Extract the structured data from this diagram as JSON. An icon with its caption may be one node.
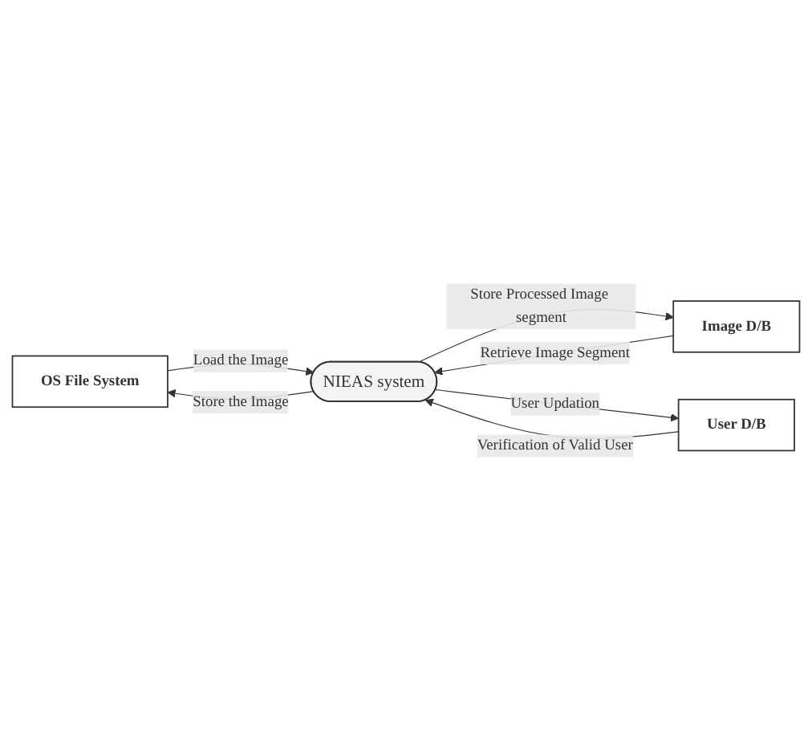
{
  "diagram": {
    "nodes": [
      {
        "text": [
          "OS File System"
        ]
      },
      {
        "text": [
          "Image D/B"
        ]
      },
      {
        "text": [
          "User D/B"
        ]
      },
      {
        "text": [
          "NIEAS system"
        ]
      }
    ],
    "edges": [
      {
        "from": 0,
        "to": 3,
        "label": "Load the Image",
        "arrow": "to"
      },
      {
        "from": 3,
        "to": 0,
        "label": "Store the Image",
        "arrow": "to"
      },
      {
        "from": 3,
        "to": 1,
        "label": "Store Processed Image segment",
        "arrow": "to"
      },
      {
        "from": 1,
        "to": 3,
        "label": "Retrieve Image Segment",
        "arrow": "to"
      },
      {
        "from": 3,
        "to": 2,
        "label": "User Updation",
        "arrow": "to"
      },
      {
        "from": 2,
        "to": 3,
        "label": "Verification of Valid User",
        "arrow": "to"
      }
    ]
  }
}
